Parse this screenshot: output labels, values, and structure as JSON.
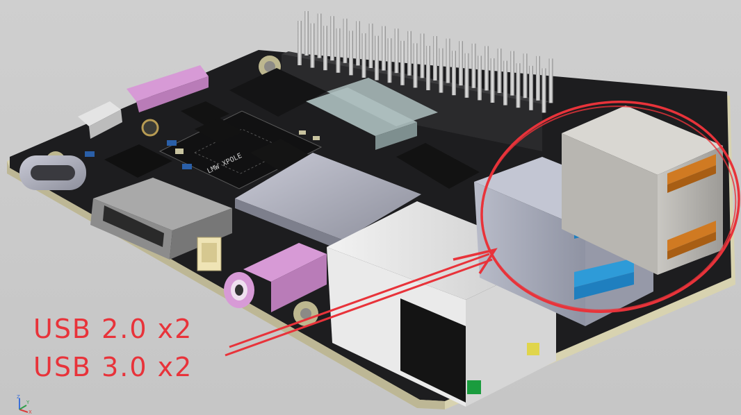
{
  "annotation": {
    "lines": [
      "USB 2.0 x2",
      "USB 3.0 x2"
    ],
    "color": "#e8333a"
  },
  "board": {
    "chip_label": "LMW XPOLE"
  },
  "axis_triad": {
    "labels": [
      "Z",
      "Y",
      "X"
    ]
  },
  "colors": {
    "background": "#c8c8c8",
    "pcb": "#1d1d1f",
    "pcb_edge": "#d8d3b0",
    "usb3_blue": "#2e9bd8",
    "usb2_orange": "#d07a22",
    "connector_pink": "#d79ad6",
    "metal": "#a9abb8"
  }
}
